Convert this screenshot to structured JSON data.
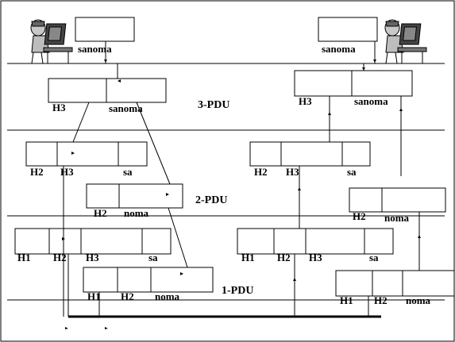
{
  "diagram": {
    "left_computer": {
      "payload": "sanoma",
      "icon": "user-at-computer-icon"
    },
    "right_computer": {
      "payload": "sanoma",
      "icon": "user-at-computer-icon"
    },
    "layer3": {
      "label": "3-PDU",
      "left": {
        "header": "H3",
        "payload": "sanoma"
      },
      "right": {
        "header": "H3",
        "payload": "sanoma"
      }
    },
    "layer2": {
      "label": "2-PDU",
      "left_frame1": {
        "h2": "H2",
        "h3": "H3",
        "payload": "sa"
      },
      "left_frame2": {
        "h2": "H2",
        "payload": "noma"
      },
      "right_frame1": {
        "h2": "H2",
        "h3": "H3",
        "payload": "sa"
      },
      "right_frame2": {
        "h2": "H2",
        "payload": "noma"
      }
    },
    "layer1": {
      "label": "1-PDU",
      "left_frame1": {
        "h1": "H1",
        "h2": "H2",
        "h3": "H3",
        "payload": "sa"
      },
      "left_frame2": {
        "h1": "H1",
        "h2": "H2",
        "payload": "noma"
      },
      "right_frame1": {
        "h1": "H1",
        "h2": "H2",
        "h3": "H3",
        "payload": "sa"
      },
      "right_frame2": {
        "h1": "H1",
        "h2": "H2",
        "payload": "noma"
      }
    }
  }
}
